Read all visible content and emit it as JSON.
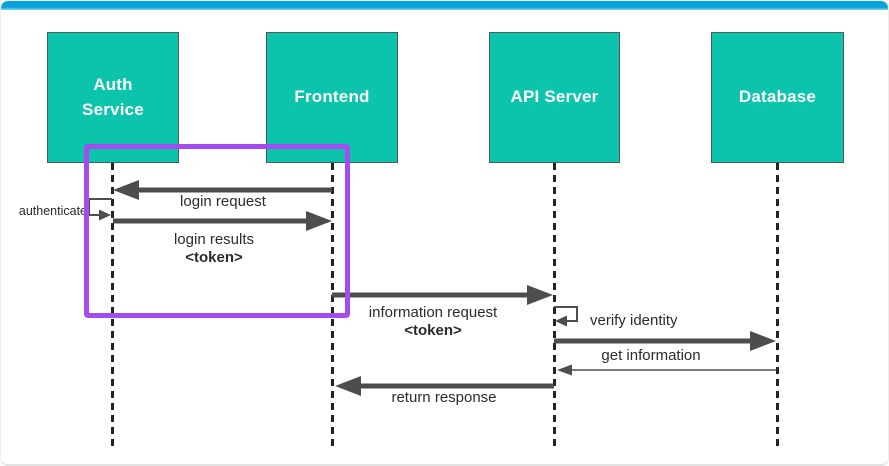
{
  "diagram": {
    "type": "sequence-diagram",
    "description": "Token-based authentication flow"
  },
  "colors": {
    "teal": "#0CC3AB",
    "purple": "#A44CF0",
    "top_bar_blue": "#09A3DC",
    "arrow_gray": "#4D4D4D",
    "actor_text": "#FFFFFF",
    "label_text": "#2B2B2B",
    "lifeline": "#222222"
  },
  "actors": [
    {
      "id": "auth-service",
      "label": "Auth\nService"
    },
    {
      "id": "frontend",
      "label": "Frontend"
    },
    {
      "id": "api-server",
      "label": "API Server"
    },
    {
      "id": "database",
      "label": "Database"
    }
  ],
  "messages": {
    "login_request": {
      "label": "login request",
      "from": "Frontend",
      "to": "Auth Service"
    },
    "authenticate": {
      "label": "authenticate",
      "from": "Auth Service",
      "to": "Auth Service"
    },
    "login_results": {
      "label": "login results",
      "sublabel": "<token>",
      "from": "Auth Service",
      "to": "Frontend"
    },
    "information_request": {
      "label": "information request",
      "sublabel": "<token>",
      "from": "Frontend",
      "to": "API Server"
    },
    "verify_identity": {
      "label": "verify identity",
      "from": "API Server",
      "to": "API Server"
    },
    "get_information": {
      "label": "get information",
      "from": "API Server",
      "to": "Database"
    },
    "database_return": {
      "label": "",
      "from": "Database",
      "to": "API Server"
    },
    "return_response": {
      "label": "return response",
      "from": "API Server",
      "to": "Frontend"
    }
  }
}
